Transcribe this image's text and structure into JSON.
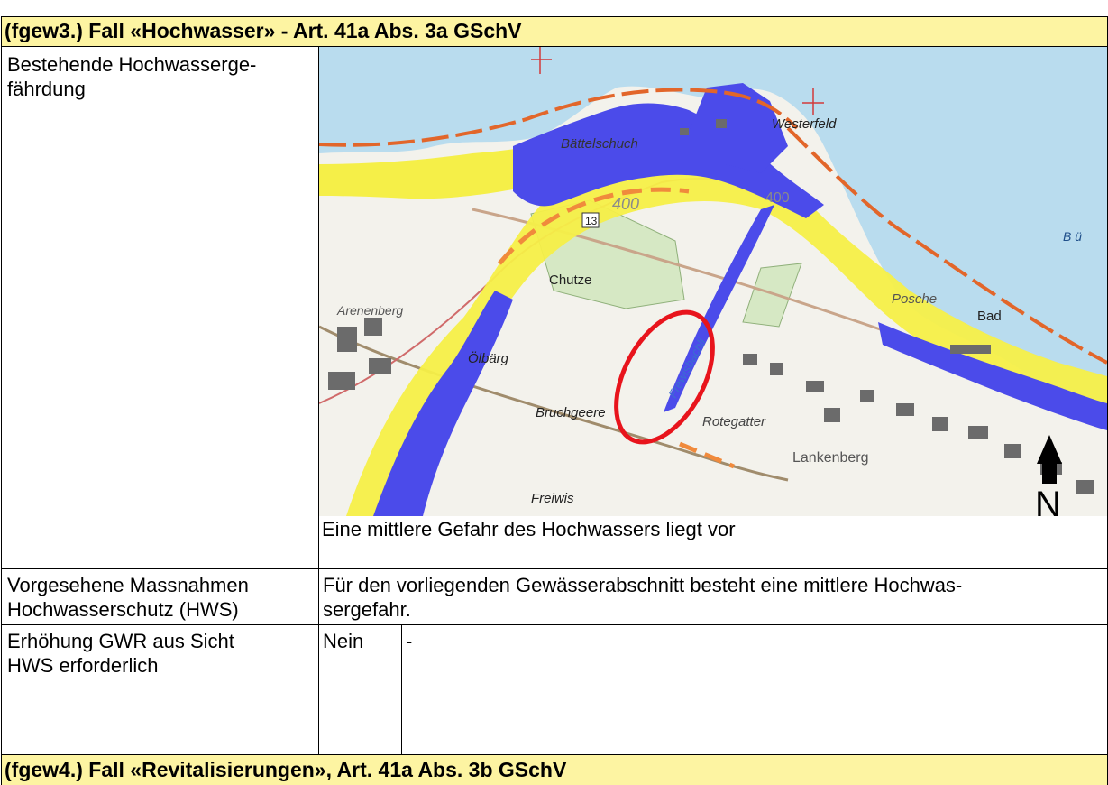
{
  "section1": {
    "title": "(fgew3.) Fall «Hochwasser» -  Art. 41a Abs. 3a GSchV"
  },
  "rows": {
    "hazard": {
      "label": "Bestehende Hochwasserge-\nfährdung",
      "caption": "Eine mittlere Gefahr des Hochwassers liegt vor"
    },
    "measures": {
      "label": "Vorgesehene Massnahmen\nHochwasserschutz (HWS)",
      "text": "Für den vorliegenden Gewässerabschnitt besteht eine mittlere Hochwas-\nsergefahr."
    },
    "increase": {
      "label": "Erhöhung GWR aus Sicht\nHWS erforderlich",
      "answer": "Nein",
      "comment": "-"
    }
  },
  "section2": {
    "title": "(fgew4.) Fall «Revitalisierungen», Art. 41a Abs. 3b GSchV"
  },
  "map": {
    "place_names": [
      "Westerfeld",
      "Bättelschuch",
      "Chutze",
      "Arenenberg",
      "Ölbärg",
      "Bruchgeere",
      "Frewisbachli",
      "Rotegatter",
      "Lankenberg",
      "Posche",
      "Bad",
      "Freiwis"
    ],
    "road_number": "13",
    "contour_label": "400",
    "contour_label_2": "400",
    "lake_label": "B  ü",
    "north_label": "N",
    "colors": {
      "hazard_medium": "#4b4bea",
      "hazard_low": "#f5ef48",
      "lake": "#b9dcee",
      "highlight_ellipse": "#e8141c",
      "perimeter": "#f08a3c"
    }
  }
}
